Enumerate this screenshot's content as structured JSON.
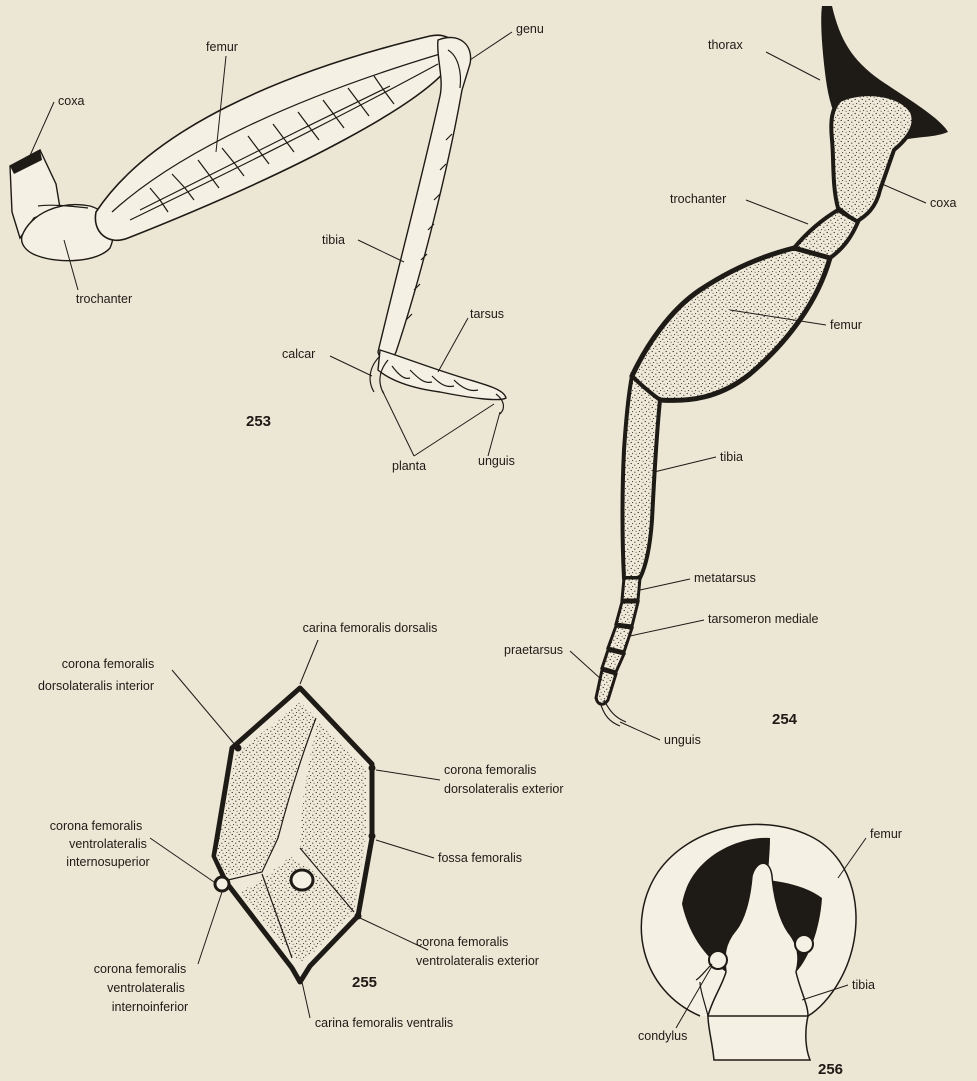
{
  "figures": {
    "fig253": {
      "number": "253",
      "labels": {
        "femur": "femur",
        "genu": "genu",
        "coxa": "coxa",
        "trochanter": "trochanter",
        "tibia": "tibia",
        "tarsus": "tarsus",
        "calcar": "calcar",
        "planta": "planta",
        "unguis": "unguis"
      }
    },
    "fig254": {
      "number": "254",
      "labels": {
        "thorax": "thorax",
        "trochanter": "trochanter",
        "coxa": "coxa",
        "femur": "femur",
        "tibia": "tibia",
        "metatarsus": "metatarsus",
        "tarsomeron": "tarsomeron mediale",
        "praetarsus": "praetarsus",
        "unguis": "unguis"
      }
    },
    "fig255": {
      "number": "255",
      "labels": {
        "carina_dorsalis": "carina femoralis dorsalis",
        "dli_1": "corona femoralis",
        "dli_2": "dorsolateralis interior",
        "dle_1": "corona femoralis",
        "dle_2": "dorsolateralis exterior",
        "vlis_1": "corona femoralis",
        "vlis_2": "ventrolateralis",
        "vlis_3": "internosuperior",
        "fossa": "fossa femoralis",
        "vle_1": "corona femoralis",
        "vle_2": "ventrolateralis exterior",
        "vlii_1": "corona femoralis",
        "vlii_2": "ventrolateralis",
        "vlii_3": "internoinferior",
        "carina_ventralis": "carina femoralis ventralis"
      }
    },
    "fig256": {
      "number": "256",
      "labels": {
        "femur": "femur",
        "tibia": "tibia",
        "condylus": "condylus"
      }
    }
  }
}
